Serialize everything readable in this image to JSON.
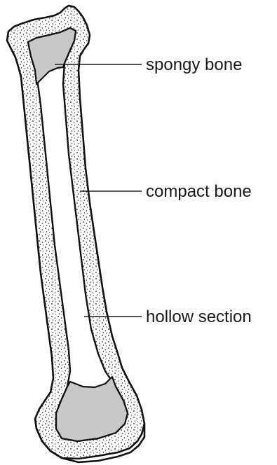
{
  "labels": {
    "spongy": "spongy bone",
    "compact": "compact bone",
    "hollow": "hollow section"
  },
  "colors": {
    "spongy_fill": "#c8c8c8",
    "compact_fill": "#ffffff",
    "stipple": "#222222",
    "outline": "#111111"
  }
}
